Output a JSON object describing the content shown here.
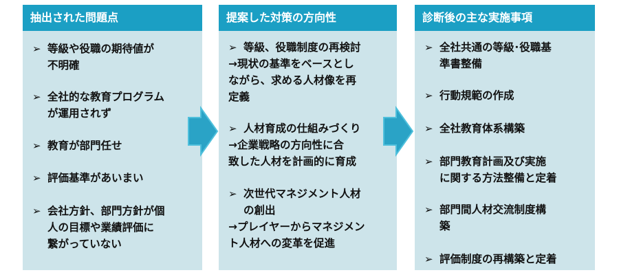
{
  "columns": [
    {
      "header": "抽出された問題点",
      "items": [
        {
          "marker": "➢",
          "lines": [
            "等級や役職の期待値が",
            "不明確"
          ]
        },
        {
          "marker": "➢",
          "lines": [
            "全社的な教育プログラム",
            "が運用されず"
          ]
        },
        {
          "marker": "➢",
          "lines": [
            "教育が部門任せ"
          ]
        },
        {
          "marker": "➢",
          "lines": [
            "評価基準があいまい"
          ]
        },
        {
          "marker": "➢",
          "lines": [
            "会社方針、部門方針が個",
            "人の目標や業績評価に",
            "繋がっていない"
          ]
        }
      ]
    },
    {
      "header": "提案した対策の方向性",
      "items": [
        {
          "marker": "➢",
          "lines": [
            "等級、役職制度の再検討",
            "→現状の基準をベースとし",
            "ながら、求める人材像を再",
            "定義"
          ]
        },
        {
          "marker": "➢",
          "lines": [
            "人材育成の仕組みづくり",
            "→企業戦略の方向性に合",
            "致した人材を計画的に育成"
          ]
        },
        {
          "marker": "➢",
          "lines": [
            "次世代マネジメント人材",
            "の創出",
            "→プレイヤーからマネジメン",
            "ト人材への変革を促進"
          ]
        }
      ]
    },
    {
      "header": "診断後の主な実施事項",
      "items": [
        {
          "marker": "➢",
          "lines": [
            "全社共通の等級･役職基",
            "準書整備"
          ]
        },
        {
          "marker": "➢",
          "lines": [
            "行動規範の作成"
          ]
        },
        {
          "marker": "➢",
          "lines": [
            "全社教育体系構築"
          ]
        },
        {
          "marker": "➢",
          "lines": [
            "部門教育計画及び実施",
            "に関する方法整備と定着"
          ]
        },
        {
          "marker": "➢",
          "lines": [
            "部門間人材交流制度構",
            "築"
          ]
        },
        {
          "marker": "➢",
          "lines": [
            "評価制度の再構築と定着"
          ]
        }
      ]
    }
  ],
  "colors": {
    "header_bg": "#1b9fc4",
    "panel_bg": "#cde4ea",
    "arrow_fill": "#2aa3c6"
  }
}
